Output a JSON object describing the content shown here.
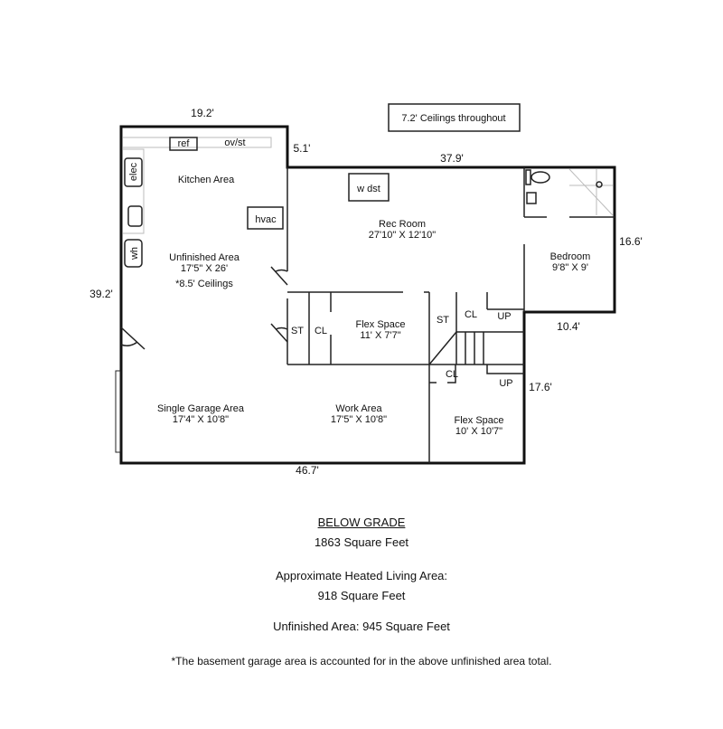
{
  "plan": {
    "dimensions": {
      "top_left": "19.2'",
      "step": "5.1'",
      "top_right": "37.9'",
      "left": "39.2'",
      "bedroom_right": "16.6'",
      "bedroom_bottom": "10.4'",
      "lower_right": "17.6'",
      "bottom": "46.7'"
    },
    "ceiling_note": "7.2' Ceilings throughout",
    "fixtures": {
      "ref": "ref",
      "ov_st": "ov/st",
      "elec": "elec",
      "wh": "wh",
      "hvac": "hvac",
      "w_dst": "w dst"
    },
    "rooms": {
      "kitchen": {
        "name": "Kitchen Area"
      },
      "unfinished": {
        "name": "Unfinished Area",
        "size": "17'5\" X 26'",
        "note": "*8.5' Ceilings"
      },
      "rec_room": {
        "name": "Rec Room",
        "size": "27'10\" X 12'10\""
      },
      "bedroom": {
        "name": "Bedroom",
        "size": "9'8\" X 9'"
      },
      "flex1": {
        "name": "Flex Space",
        "size": "11' X 7'7\""
      },
      "garage": {
        "name": "Single Garage Area",
        "size": "17'4\" X 10'8\""
      },
      "work": {
        "name": "Work Area",
        "size": "17'5\" X 10'8\""
      },
      "flex2": {
        "name": "Flex Space",
        "size": "10' X 10'7\""
      }
    },
    "labels": {
      "st1": "ST",
      "cl1": "CL",
      "st2": "ST",
      "cl2": "CL",
      "up1": "UP",
      "cl3": "CL",
      "up2": "UP"
    }
  },
  "summary": {
    "heading": "BELOW GRADE",
    "total": "1863 Square Feet",
    "heated_label": "Approximate Heated Living Area:",
    "heated_value": "918 Square Feet",
    "unfinished": "Unfinished Area: 945 Square Feet",
    "footnote": "*The basement garage area is accounted for in the above unfinished area total."
  }
}
